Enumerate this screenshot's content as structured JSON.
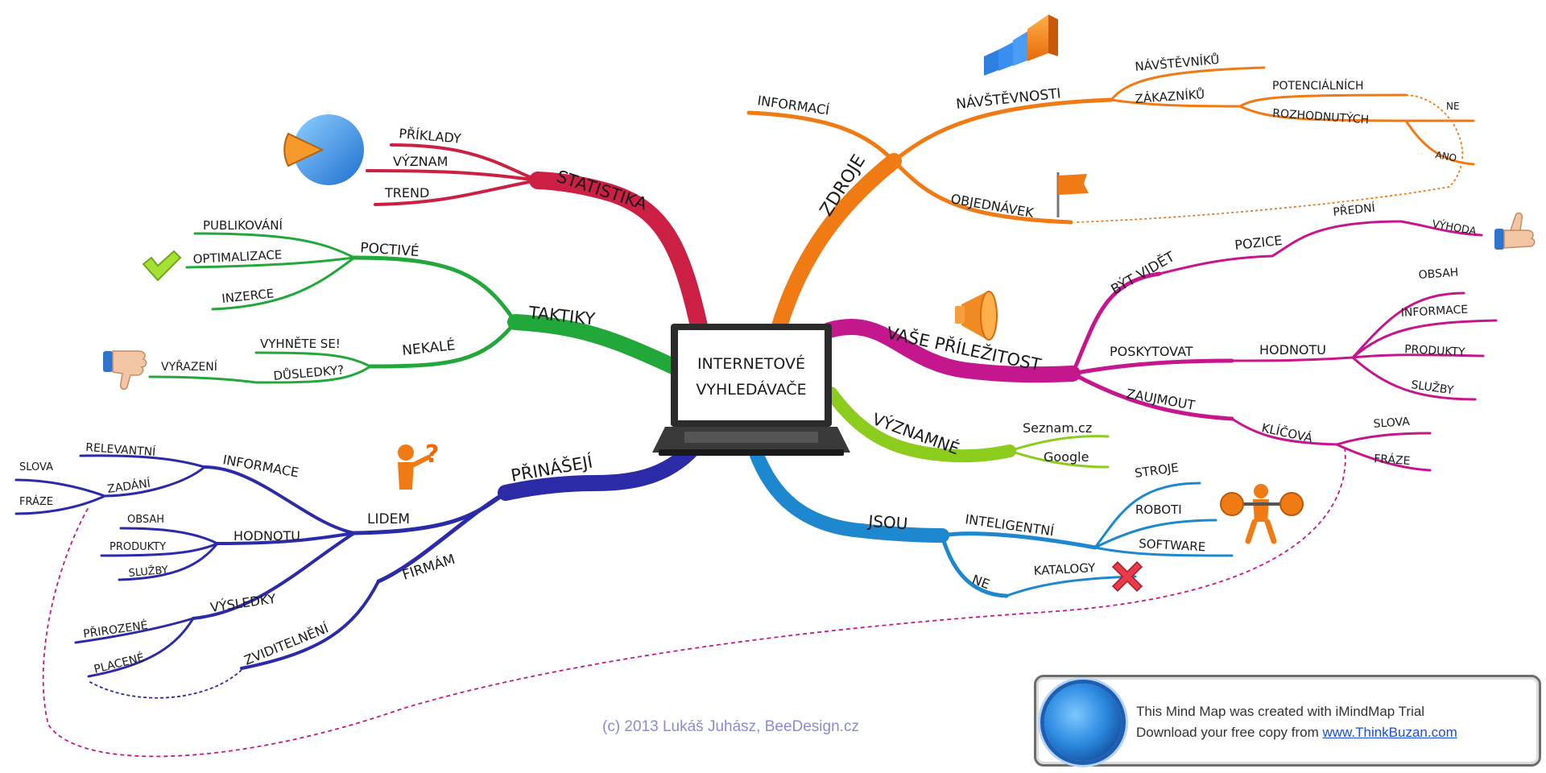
{
  "center": {
    "line1": "INTERNETOVÉ",
    "line2": "VYHLEDÁVAČE"
  },
  "colors": {
    "red": "#cc1f44",
    "orange": "#f07a14",
    "green": "#22a83a",
    "magenta": "#c4178e",
    "lime": "#8ccc1c",
    "blue": "#1e88cf",
    "navy": "#2b2ba8"
  },
  "branches": {
    "statistika": {
      "label": "STATISTIKA",
      "children": [
        "PŘÍKLADY",
        "VÝZNAM",
        "TREND"
      ]
    },
    "taktiky": {
      "label": "TAKTIKY",
      "poctive": {
        "label": "POCTIVÉ",
        "children": [
          "PUBLIKOVÁNÍ",
          "OPTIMALIZACE",
          "INZERCE"
        ]
      },
      "nekale": {
        "label": "NEKALÉ",
        "children": [
          "VYHNĚTE SE!",
          "DŮSLEDKY?"
        ],
        "dusledky_child": "VYŘAZENÍ"
      }
    },
    "prinaseji": {
      "label": "PŘINÁŠEJÍ",
      "lidem": {
        "label": "LIDEM",
        "informace": {
          "label": "INFORMACE",
          "relevantni": "RELEVANTNÍ",
          "zadani": "ZADÁNÍ",
          "zadani_children": [
            "SLOVA",
            "FRÁZE"
          ]
        },
        "hodnotu": {
          "label": "HODNOTU",
          "children": [
            "OBSAH",
            "PRODUKTY",
            "SLUŽBY"
          ]
        },
        "vysledky": {
          "label": "VÝSLEDKY",
          "children": [
            "PŘIROZENÉ",
            "PLACENÉ"
          ]
        }
      },
      "firmam": {
        "label": "FIRMÁM",
        "zviditelneni": "ZVIDITELNĚNÍ"
      }
    },
    "zdroje": {
      "label": "ZDROJE",
      "informaci": "INFORMACÍ",
      "navstevnosti": {
        "label": "NÁVŠTĚVNOSTI",
        "navstevniku": "NÁVŠTĚVNÍKŮ",
        "zakazniku": {
          "label": "ZÁKAZNÍKŮ",
          "potencialnich": "POTENCIÁLNÍCH",
          "rozhodnutych": "ROZHODNUTÝCH",
          "ne": "NE",
          "ano": "ANO"
        }
      },
      "objednavek": "OBJEDNÁVEK"
    },
    "prilezitost": {
      "label": "VAŠE PŘÍLEŽITOST",
      "byt_videt": {
        "label": "BÝT VIDĚT",
        "pozice": "POZICE",
        "predni": "PŘEDNÍ",
        "vyhoda": "VÝHODA"
      },
      "poskytovat": {
        "label": "POSKYTOVAT",
        "hodnotu": "HODNOTU",
        "children": [
          "OBSAH",
          "INFORMACE",
          "PRODUKTY",
          "SLUŽBY"
        ]
      },
      "zaujmout": {
        "label": "ZAUJMOUT",
        "klicova": "KLÍČOVÁ",
        "children": [
          "SLOVA",
          "FRÁZE"
        ]
      }
    },
    "vyznamne": {
      "label": "VÝZNAMNÉ",
      "children": [
        "Seznam.cz",
        "Google"
      ]
    },
    "jsou": {
      "label": "JSOU",
      "inteligentni": {
        "label": "INTELIGENTNÍ",
        "children": [
          "STROJE",
          "ROBOTI",
          "SOFTWARE"
        ]
      },
      "ne": {
        "label": "NE",
        "katalogy": "KATALOGY"
      }
    }
  },
  "icons": [
    "bar-chart-icon",
    "pie-chart-icon",
    "checkmark-icon",
    "thumbs-down-icon",
    "question-figure-icon",
    "flag-icon",
    "megaphone-icon",
    "thumbs-up-icon",
    "weightlifter-icon",
    "red-x-icon",
    "imindmap-logo-icon"
  ],
  "credit": "(c) 2013 Lukáš Juhász, BeeDesign.cz",
  "trial": {
    "line1": "This Mind Map was created with iMindMap Trial",
    "line2_prefix": "Download your free copy from ",
    "link": "www.ThinkBuzan.com"
  }
}
